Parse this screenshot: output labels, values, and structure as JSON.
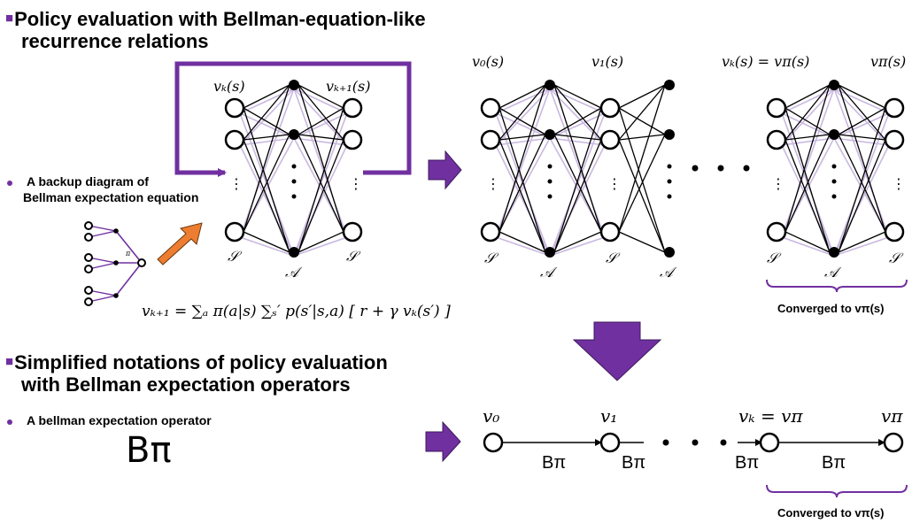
{
  "heading1": {
    "line1": "Policy evaluation with Bellman-equation-like",
    "line2": "recurrence relations"
  },
  "heading2": {
    "line1": "Simplified notations of policy evaluation",
    "line2": "with Bellman expectation operators"
  },
  "backup_bullet": {
    "line1": "A backup diagram of",
    "line2": "Bellman expectation equation"
  },
  "operator_bullet": {
    "text": "A bellman expectation operator"
  },
  "operator_symbol": "Bπ",
  "main_graph": {
    "left_label": "vₖ(s)",
    "right_label": "vₖ₊₁(s)",
    "state_set": "𝒮",
    "action_set": "𝒜",
    "ellipsis": "⋮"
  },
  "backup_pi": "π",
  "equation": "vₖ₊₁ = ∑ₐ π(a|s) ∑ₛ′ p(s′|s,a) [ r + γ vₖ(s′) ]",
  "chain_labels": {
    "v0s": "v₀(s)",
    "v1s": "v₁(s)",
    "vKs": "vₖ(s) = vπ(s)",
    "vpis": "vπ(s)"
  },
  "converged_label": "Converged to vπ(s)",
  "operator_chain": {
    "v0": "v₀",
    "v1": "v₁",
    "vK": "vₖ = vπ",
    "vpi": "vπ",
    "op": "Bπ"
  },
  "colors": {
    "accent": "#7030a0",
    "orange": "#ed7d31",
    "light_edge": "#c9b8e0"
  }
}
